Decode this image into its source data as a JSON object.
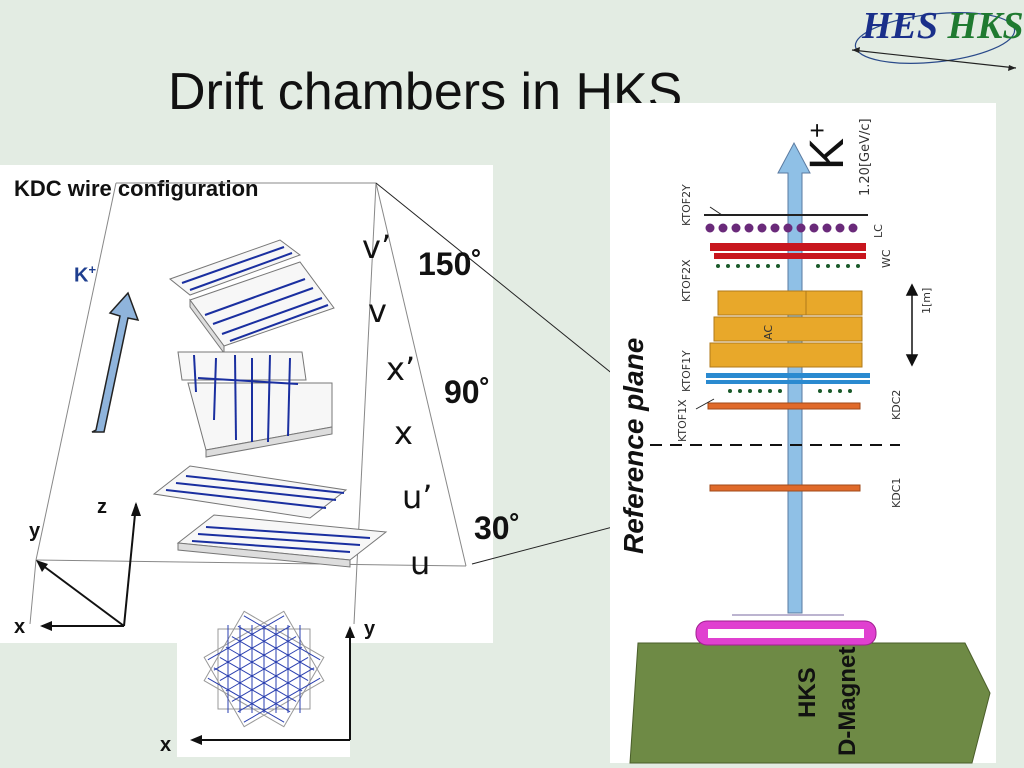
{
  "slide": {
    "title": "Drift chambers in HKS"
  },
  "logo": {
    "text_hes": "HES",
    "text_hks": "HKS"
  },
  "left_panel": {
    "label": "KDC wire configuration",
    "particle": "K",
    "particle_sup": "+",
    "planes": [
      "v’",
      "v",
      "x’",
      "x",
      "u’",
      "u"
    ],
    "angles": [
      "150˚",
      "90˚",
      "30˚"
    ],
    "axes": {
      "z": "z",
      "y_left": "y",
      "x_left": "x",
      "y_bottom": "y"
    }
  },
  "inset": {
    "axis_x": "x"
  },
  "right_panel": {
    "particle": "K",
    "particle_sup": "+",
    "momentum": "1.20[GeV/c]",
    "reference_plane": "Reference plane",
    "magnet_label_line1": "HKS",
    "magnet_label_line2": "D-Magnet",
    "scale": "1[m]",
    "detectors_left": [
      "KTOF2Y",
      "KTOF2X",
      "KTOF1Y",
      "KTOF1X"
    ],
    "detectors_right": [
      "LC",
      "WC",
      "AC",
      "KDC2",
      "KDC1"
    ]
  },
  "colors": {
    "background": "#e3ece3",
    "wire_blue": "#1a2fa0",
    "arrow_blue": "#8fb4dc",
    "ac_orange": "#e8a82a",
    "wc_red": "#c8161e",
    "lc_purple": "#6a2a7a",
    "kdc_orange": "#e06a2a",
    "magnet_green": "#6e8a45",
    "magnet_pink": "#e040d0"
  }
}
